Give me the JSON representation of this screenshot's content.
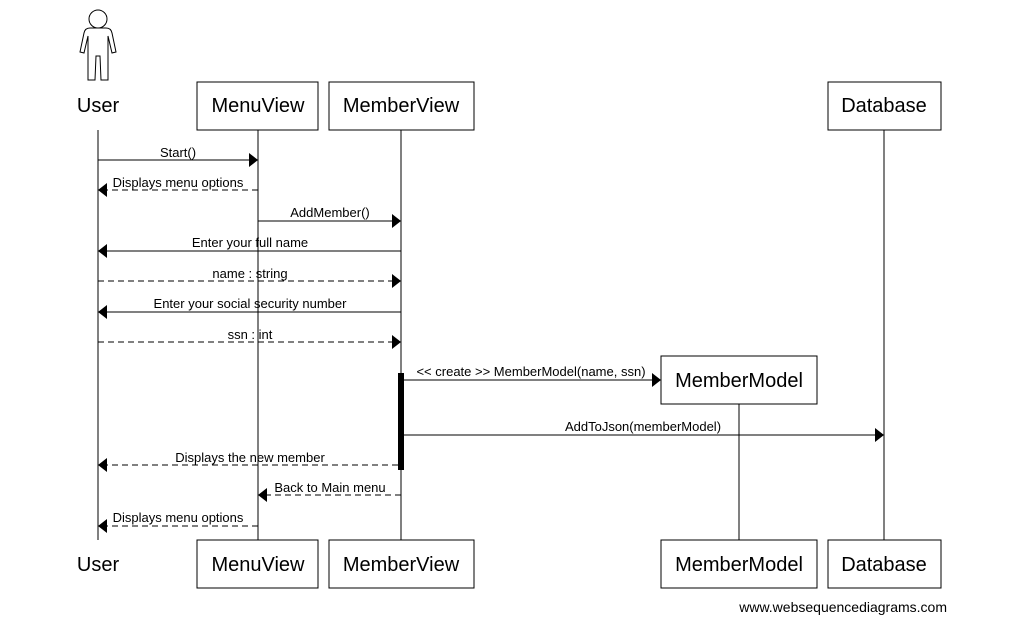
{
  "participants": {
    "user": "User",
    "menuView": "MenuView",
    "memberView": "MemberView",
    "memberModel": "MemberModel",
    "database": "Database"
  },
  "messages": [
    {
      "label": "Start()",
      "style": "solid"
    },
    {
      "label": "Displays menu options",
      "style": "dashed"
    },
    {
      "label": "AddMember()",
      "style": "solid"
    },
    {
      "label": "Enter your full name",
      "style": "solid"
    },
    {
      "label": "name : string",
      "style": "dashed"
    },
    {
      "label": "Enter your social security number",
      "style": "solid"
    },
    {
      "label": "ssn : int",
      "style": "dashed"
    },
    {
      "label": "<< create >> MemberModel(name, ssn)",
      "style": "solid"
    },
    {
      "label": "AddToJson(memberModel)",
      "style": "solid"
    },
    {
      "label": "Displays the new member",
      "style": "dashed"
    },
    {
      "label": "Back to Main menu",
      "style": "dashed"
    },
    {
      "label": "Displays menu options",
      "style": "dashed"
    }
  ],
  "footer": "www.websequencediagrams.com"
}
